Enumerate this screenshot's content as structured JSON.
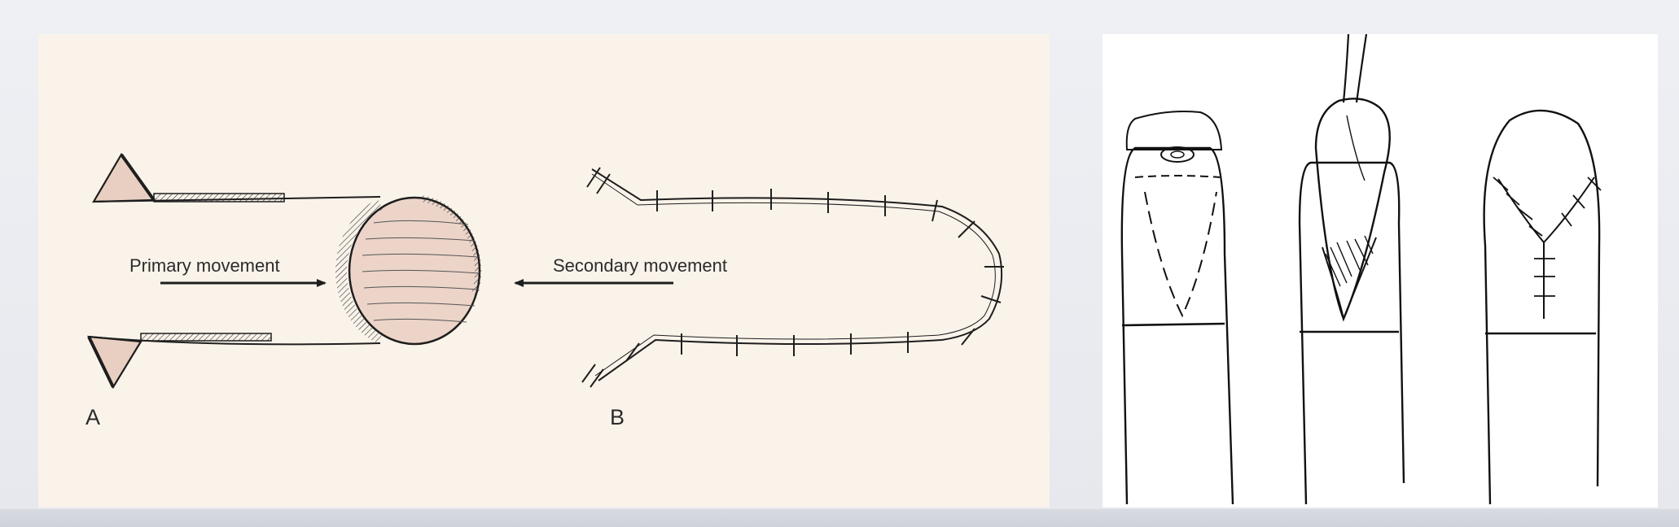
{
  "left_figure": {
    "labels": {
      "primary": "Primary movement",
      "secondary": "Secondary movement",
      "panel_a": "A",
      "panel_b": "B"
    },
    "colors": {
      "panel_bg": "#faf3ea",
      "wound_fill": "#ecd4c9",
      "ink": "#1e1e1e"
    }
  },
  "right_figure": {
    "colors": {
      "panel_bg": "#ffffff",
      "ink": "#111111"
    }
  }
}
